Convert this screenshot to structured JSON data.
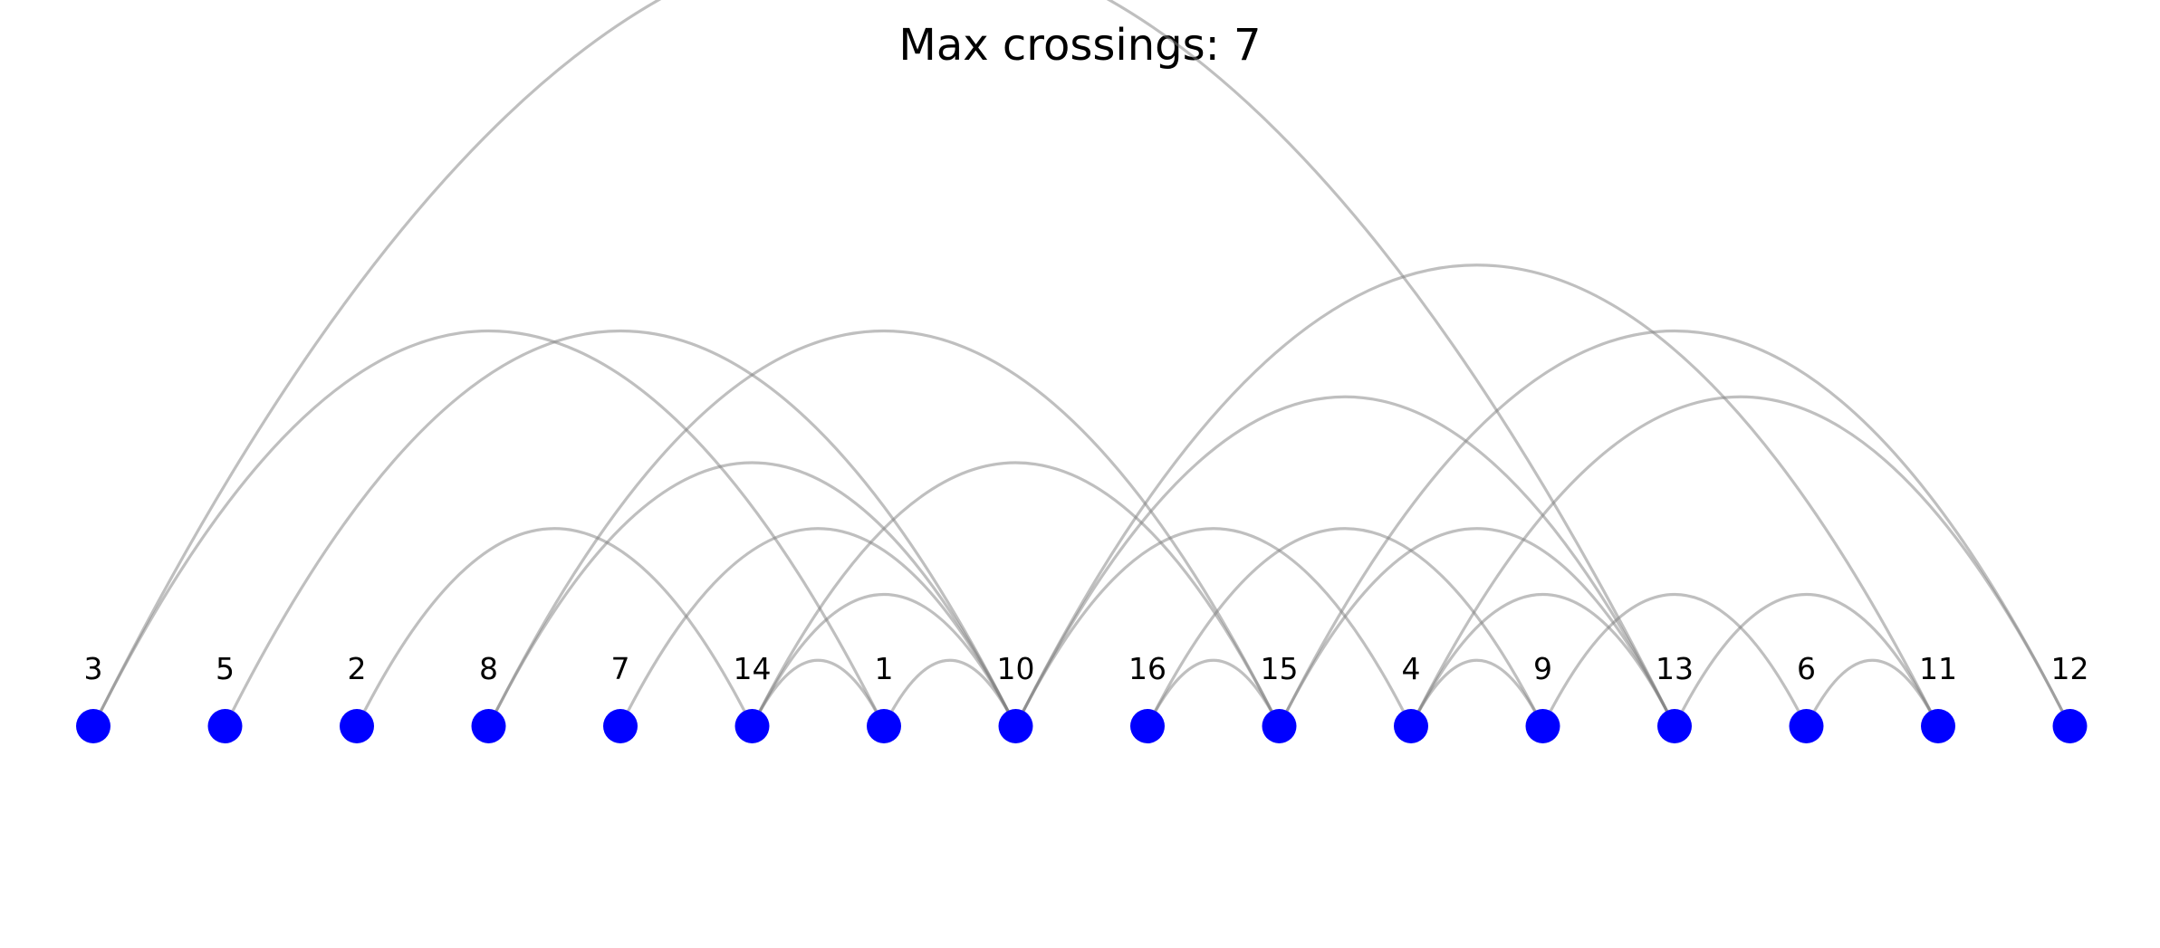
{
  "title": "Max crossings: 7",
  "colors": {
    "node": "#0000ff",
    "edge": "#808080",
    "text": "#000000"
  },
  "diagram": {
    "type": "arc-diagram",
    "nodes": [
      "3",
      "5",
      "2",
      "8",
      "7",
      "14",
      "1",
      "10",
      "16",
      "15",
      "4",
      "9",
      "13",
      "6",
      "11",
      "12"
    ],
    "edges": [
      [
        "3",
        "13"
      ],
      [
        "3",
        "1"
      ],
      [
        "5",
        "10"
      ],
      [
        "2",
        "14"
      ],
      [
        "8",
        "15"
      ],
      [
        "8",
        "10"
      ],
      [
        "7",
        "10"
      ],
      [
        "14",
        "1"
      ],
      [
        "14",
        "10"
      ],
      [
        "14",
        "15"
      ],
      [
        "1",
        "10"
      ],
      [
        "10",
        "4"
      ],
      [
        "10",
        "13"
      ],
      [
        "10",
        "11"
      ],
      [
        "16",
        "15"
      ],
      [
        "16",
        "9"
      ],
      [
        "15",
        "13"
      ],
      [
        "15",
        "12"
      ],
      [
        "4",
        "9"
      ],
      [
        "4",
        "13"
      ],
      [
        "4",
        "12"
      ],
      [
        "9",
        "6"
      ],
      [
        "13",
        "11"
      ],
      [
        "6",
        "11"
      ]
    ]
  }
}
